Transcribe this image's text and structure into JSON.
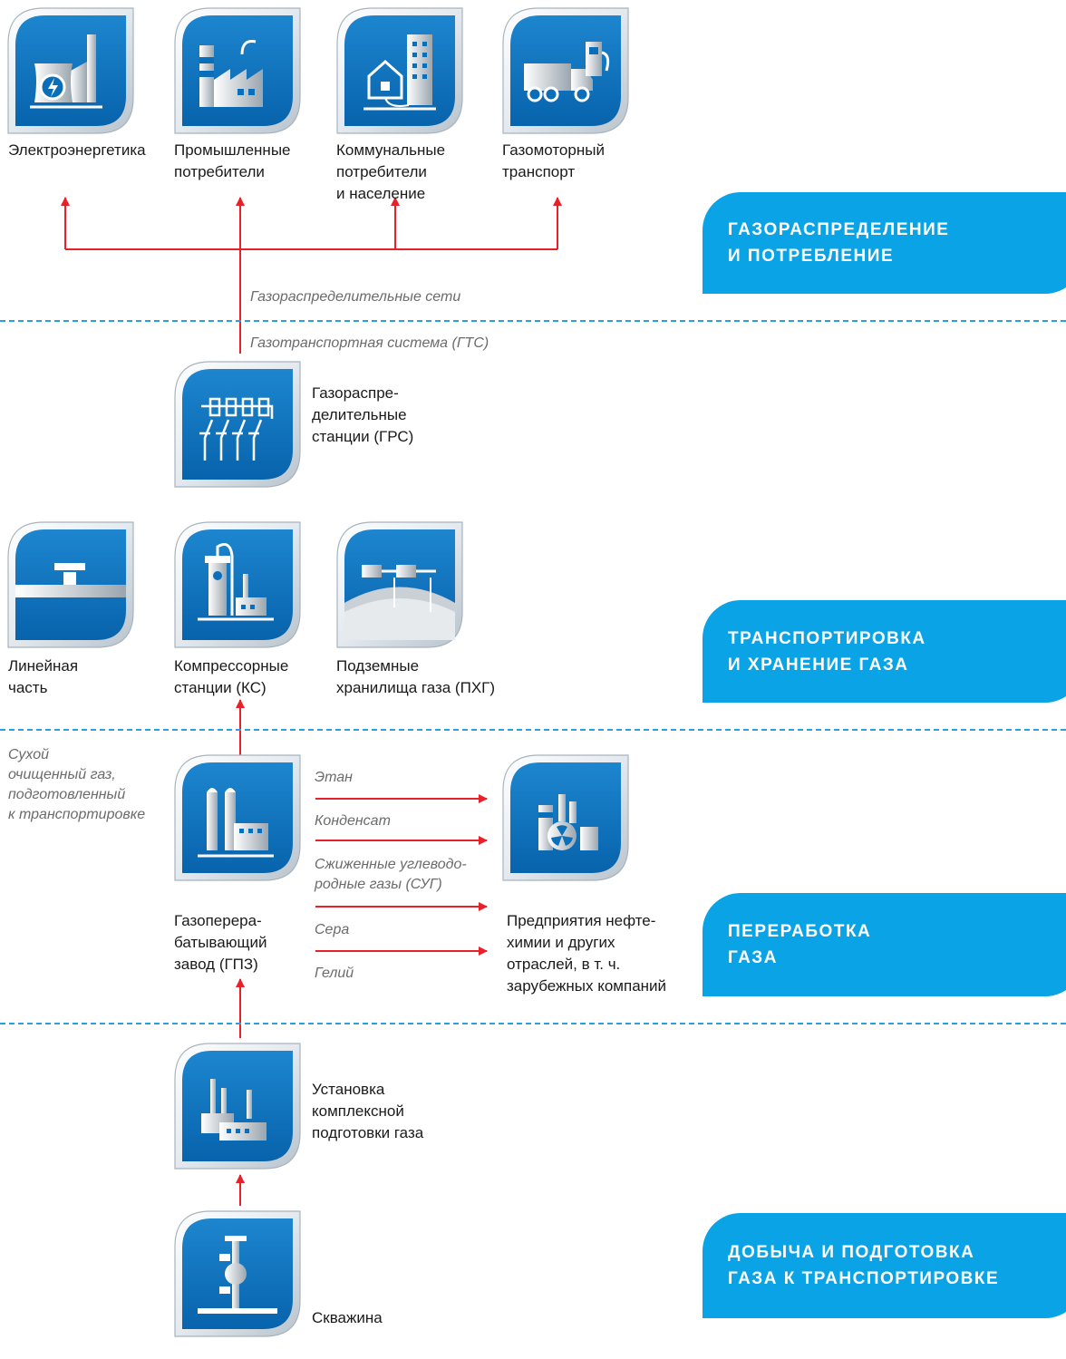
{
  "sections": [
    {
      "title": "ГАЗОРАСПРЕДЕЛЕНИЕ\nИ ПОТРЕБЛЕНИЕ"
    },
    {
      "title": "ТРАНСПОРТИРОВКА\nИ ХРАНЕНИЕ ГАЗА"
    },
    {
      "title": "ПЕРЕРАБОТКА\nГАЗА"
    },
    {
      "title": "ДОБЫЧА И ПОДГОТОВКА\nГАЗА К ТРАНСПОРТИРОВКЕ"
    }
  ],
  "consumers": [
    {
      "label": "Электроэнергетика",
      "icon": "power-plant-icon"
    },
    {
      "label": "Промышленные\nпотребители",
      "icon": "factory-icon"
    },
    {
      "label": "Коммунальные\nпотребители\nи население",
      "icon": "house-building-icon"
    },
    {
      "label": "Газомоторный\nтранспорт",
      "icon": "truck-fuel-icon"
    }
  ],
  "flows": {
    "distribution_networks": "Газораспределительные  сети",
    "gts": "Газотранспортная система (ГТС)",
    "dry_gas": "Сухой\nочищенный газ,\nподготовленный\nк транспортировке"
  },
  "nodes": {
    "grs": {
      "label": "Газораспре-\nделительные\nстанции (ГРС)",
      "icon": "distribution-station-icon"
    },
    "linear": {
      "label": "Линейная\nчасть",
      "icon": "pipeline-valve-icon"
    },
    "ks": {
      "label": "Компрессорные\nстанции (КС)",
      "icon": "compressor-station-icon"
    },
    "phg": {
      "label": "Подземные\nхранилища газа (ПХГ)",
      "icon": "underground-storage-icon"
    },
    "gpz": {
      "label": "Газоперера-\nбатывающий\nзавод (ГПЗ)",
      "icon": "gas-processing-plant-icon"
    },
    "petro": {
      "label": "Предприятия нефте-\nхимии и других\nотраслей, в т. ч.\nзарубежных компаний",
      "icon": "petrochemical-icon"
    },
    "ukpg": {
      "label": "Установка\nкомплексной\nподготовки газа",
      "icon": "gas-treatment-unit-icon"
    },
    "well": {
      "label": "Скважина",
      "icon": "wellhead-icon"
    }
  },
  "products": [
    "Этан",
    "Конденсат",
    "Сжиженные углеводо-\nродные газы (СУГ)",
    "Сера",
    "Гелий"
  ],
  "colors": {
    "icon_blue": "#0a6fb8",
    "banner_blue": "#0aa3e6",
    "arrow_red": "#e8202a",
    "dashed": "#2aa0dc",
    "gray_text": "#6b6b6b"
  }
}
